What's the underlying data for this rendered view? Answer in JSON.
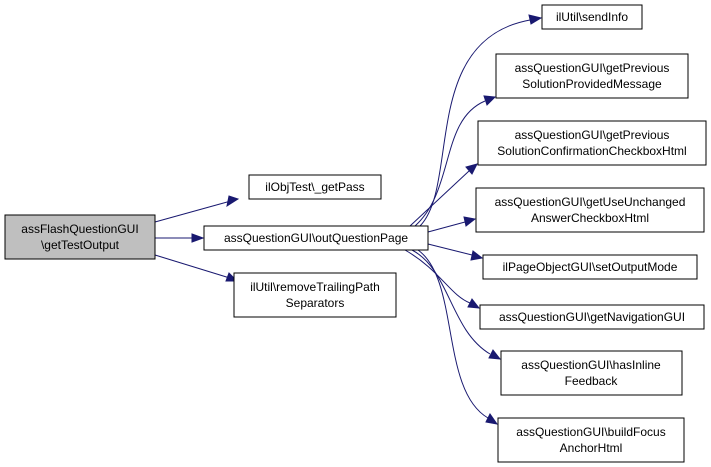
{
  "colors": {
    "root_fill": "#bfbfbf",
    "node_fill": "#ffffff",
    "edge": "#191970"
  },
  "nodes": {
    "root": [
      "assFlashQuestionGUI",
      "\\getTestOutput"
    ],
    "get_pass": [
      "ilObjTest\\_getPass"
    ],
    "out_question_page": [
      "assQuestionGUI\\outQuestionPage"
    ],
    "remove_trailing": [
      "ilUtil\\removeTrailingPath",
      "Separators"
    ],
    "send_info": [
      "ilUtil\\sendInfo"
    ],
    "prev_solution_msg": [
      "assQuestionGUI\\getPrevious",
      "SolutionProvidedMessage"
    ],
    "prev_solution_checkbox": [
      "assQuestionGUI\\getPrevious",
      "SolutionConfirmationCheckboxHtml"
    ],
    "use_unchanged": [
      "assQuestionGUI\\getUseUnchanged",
      "AnswerCheckboxHtml"
    ],
    "set_output_mode": [
      "ilPageObjectGUI\\setOutputMode"
    ],
    "navigation_gui": [
      "assQuestionGUI\\getNavigationGUI"
    ],
    "inline_feedback": [
      "assQuestionGUI\\hasInline",
      "Feedback"
    ],
    "focus_anchor": [
      "assQuestionGUI\\buildFocus",
      "AnchorHtml"
    ]
  }
}
